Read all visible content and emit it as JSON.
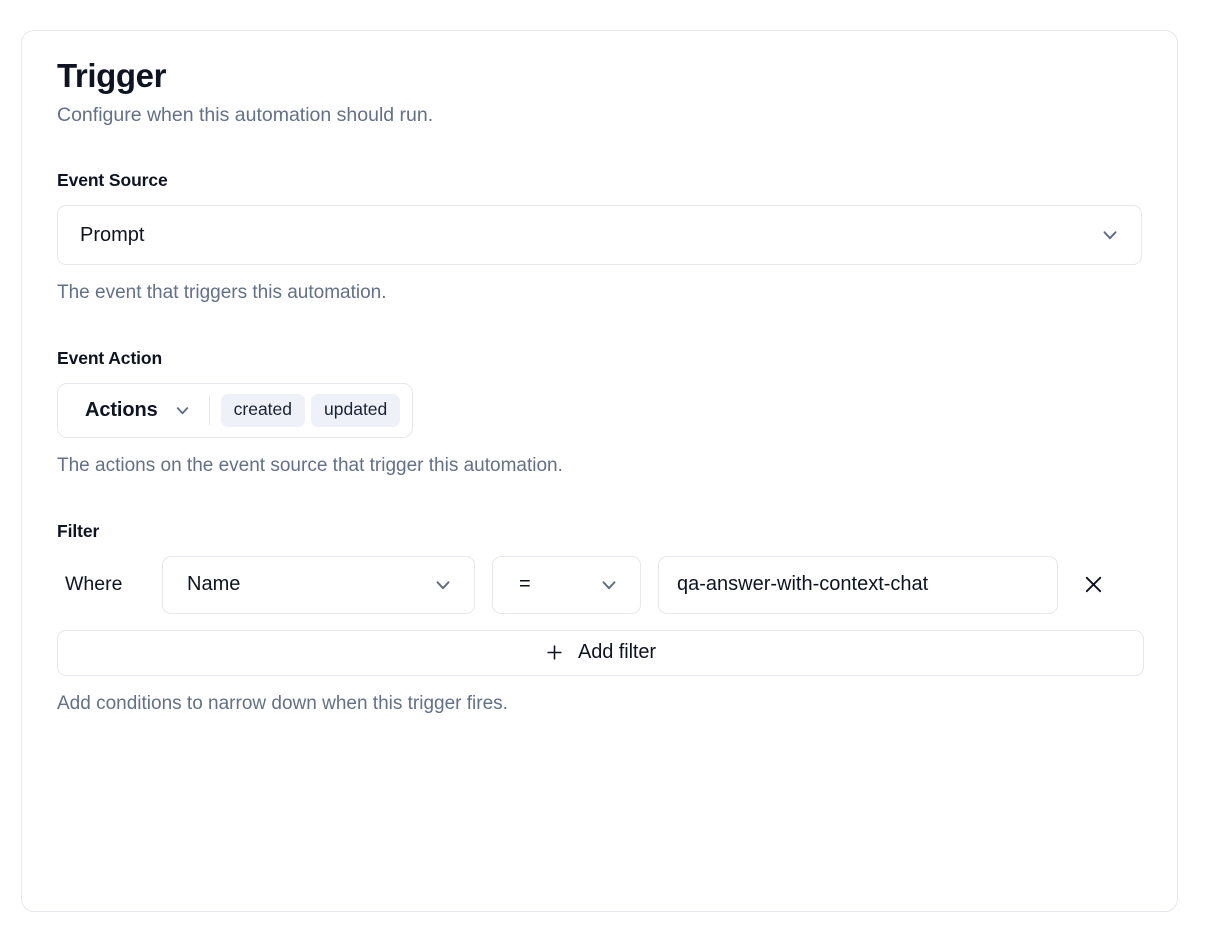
{
  "card": {
    "title": "Trigger",
    "subtitle": "Configure when this automation should run."
  },
  "event_source": {
    "label": "Event Source",
    "selected": "Prompt",
    "help": "The event that triggers this automation.",
    "chevron_icon": "chevron-down-icon"
  },
  "event_action": {
    "label": "Event Action",
    "trigger_label": "Actions",
    "tags": [
      "created",
      "updated"
    ],
    "help": "The actions on the event source that trigger this automation.",
    "chevron_icon": "chevron-down-icon"
  },
  "filter": {
    "label": "Filter",
    "where_label": "Where",
    "field_value": "Name",
    "operator_value": "=",
    "input_value": "qa-answer-with-context-chat",
    "input_placeholder": "",
    "remove_icon": "close-icon",
    "add_button_label": "Add filter",
    "add_button_icon": "plus-icon",
    "help": "Add conditions to narrow down when this trigger fires."
  },
  "colors": {
    "text_primary": "#0e1422",
    "text_muted": "#62708a",
    "border": "#e6e8ef",
    "tag_bg": "#eef1f7",
    "surface": "#ffffff"
  }
}
